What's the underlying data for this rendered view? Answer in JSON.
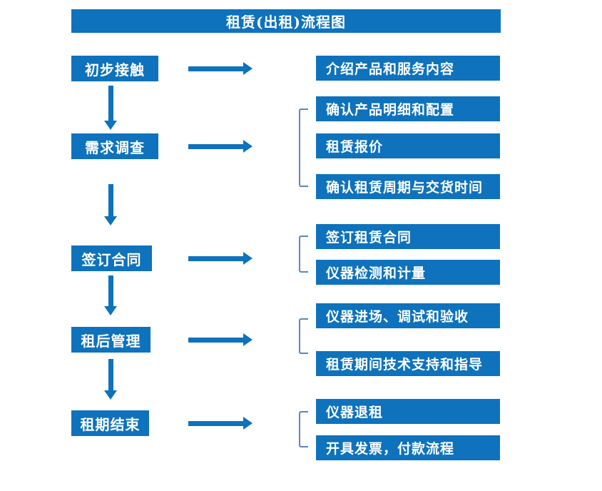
{
  "title": "租赁(出租)流程图",
  "colors": {
    "primary_blue": "#0E72BC",
    "bracket_blue": "#5B86C5",
    "text_white": "#FFFFFF",
    "background": "#FFFFFF"
  },
  "steps": [
    {
      "label": "初步接触",
      "details": [
        "介绍产品和服务内容"
      ]
    },
    {
      "label": "需求调查",
      "details": [
        "确认产品明细和配置",
        "租赁报价",
        "确认租赁周期与交货时间"
      ]
    },
    {
      "label": "签订合同",
      "details": [
        "签订租赁合同",
        "仪器检测和计量"
      ]
    },
    {
      "label": "租后管理",
      "details": [
        "仪器进场、调试和验收",
        "租赁期间技术支持和指导"
      ]
    },
    {
      "label": "租期结束",
      "details": [
        "仪器退租",
        "开具发票，付款流程"
      ]
    }
  ]
}
